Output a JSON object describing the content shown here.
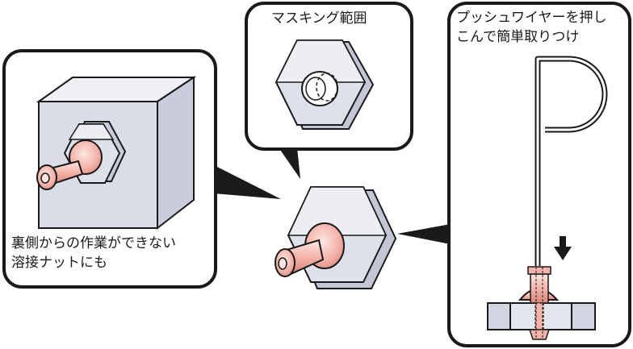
{
  "callouts": {
    "left": {
      "lines": [
        "裏側からの作業ができない",
        "溶接ナットにも"
      ]
    },
    "top": {
      "title": "マスキング範囲"
    },
    "right": {
      "lines": [
        "プッシュワイヤーを押し",
        "こんで簡単取りつけ"
      ]
    }
  },
  "colors": {
    "outline": "#1a1a1a",
    "face_light": "#f2f3f8",
    "face_mid": "#d9dbe6",
    "face_dark": "#b9bccd",
    "pink": "#f3b3aa",
    "pink_dark": "#d98576",
    "pink_light": "#fde6e2"
  },
  "icons": [
    "hex-nut-icon",
    "cube-icon",
    "wire-hook-icon",
    "down-arrow-icon"
  ]
}
